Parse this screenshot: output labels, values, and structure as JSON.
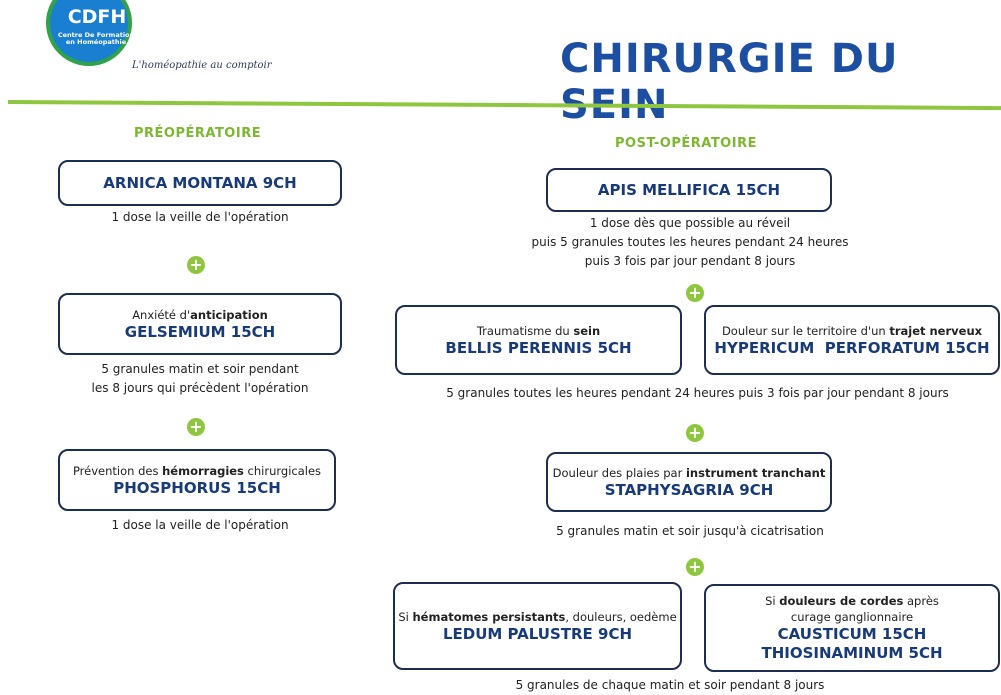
{
  "logo": {
    "title": "CDFH",
    "subtitle": "Centre De Formation en Homéopathie",
    "tagline": "L'homéopathie au comptoir"
  },
  "page_title": "CHIRURGIE DU SEIN",
  "colors": {
    "accent_green": "#8ec63f",
    "title_blue": "#1c4fa1",
    "box_border": "#1d2e52"
  },
  "preop": {
    "title": "PRÉOPÉRATOIRE",
    "items": [
      {
        "context_pre": "",
        "context_bold": "",
        "context_post": "",
        "remedy": "ARNICA MONTANA 9CH",
        "dose_lines": [
          "1 dose la veille de l'opération"
        ]
      },
      {
        "context_pre": "Anxiété d'",
        "context_bold": "anticipation",
        "context_post": "",
        "remedy": "GELSEMIUM 15CH",
        "dose_lines": [
          "5 granules matin et soir pendant",
          "les 8 jours qui précèdent l'opération"
        ]
      },
      {
        "context_pre": "Prévention des ",
        "context_bold": "hémorragies",
        "context_post": " chirurgicales",
        "remedy": "PHOSPHORUS 15CH",
        "dose_lines": [
          "1 dose la veille de l'opération"
        ]
      }
    ]
  },
  "postop": {
    "title": "POST-OPÉRATOIRE",
    "apis": {
      "remedy": "APIS MELLIFICA 15CH",
      "dose_lines": [
        "1 dose dès que possible au réveil",
        "puis 5 granules toutes les heures pendant 24 heures",
        "puis 3 fois par jour pendant 8 jours"
      ]
    },
    "bellis": {
      "context_pre": "Traumatisme du ",
      "context_bold": "sein",
      "context_post": "",
      "remedy": "BELLIS PERENNIS 5CH"
    },
    "hypericum": {
      "context_pre": "Douleur sur le territoire d'un ",
      "context_bold": "trajet nerveux",
      "context_post": "",
      "remedy": "HYPERICUM  PERFORATUM 15CH"
    },
    "pair1_dose": "5 granules toutes les heures pendant 24 heures puis 3 fois par jour pendant 8 jours",
    "staphysagria": {
      "context_pre": "Douleur des plaies par ",
      "context_bold": "instrument tranchant",
      "context_post": "",
      "remedy": "STAPHYSAGRIA 9CH",
      "dose": "5 granules matin et soir jusqu'à cicatrisation"
    },
    "ledum": {
      "context_pre": "Si ",
      "context_bold": "hématomes persistants",
      "context_post": ", douleurs, oedème",
      "remedy": "LEDUM PALUSTRE 9CH"
    },
    "causticum": {
      "context_pre": "Si ",
      "context_bold": "douleurs de cordes",
      "context_post": " après curage ganglionnaire",
      "remedy_1": "CAUSTICUM 15CH",
      "remedy_2": "THIOSINAMINUM 5CH"
    },
    "pair2_dose": "5 granules de chaque matin et soir pendant 8 jours"
  },
  "plus_symbol": "+"
}
